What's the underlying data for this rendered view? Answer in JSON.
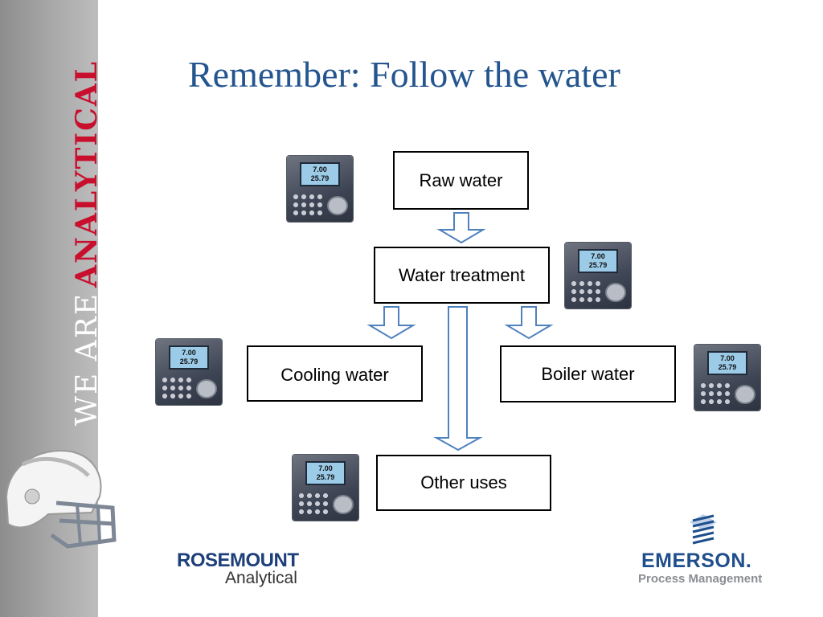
{
  "slide": {
    "title": "Remember: Follow the water"
  },
  "sidebar": {
    "brand_prefix": "WE ARE",
    "brand_word": "ANALYTICAL"
  },
  "flow": {
    "nodes": {
      "raw_water": "Raw water",
      "water_treatment": "Water treatment",
      "cooling_water": "Cooling water",
      "boiler_water": "Boiler water",
      "other_uses": "Other uses"
    },
    "edges": [
      {
        "from": "Raw water",
        "to": "Water treatment"
      },
      {
        "from": "Water treatment",
        "to": "Cooling water"
      },
      {
        "from": "Water treatment",
        "to": "Boiler water"
      },
      {
        "from": "Water treatment",
        "to": "Other uses"
      }
    ]
  },
  "analyzer_display": {
    "line1": "7.00",
    "line2": "25.79"
  },
  "logos": {
    "rosemount_name": "ROSEMOUNT",
    "rosemount_sub": "Analytical",
    "emerson_name": "EMERSON.",
    "emerson_sub": "Process Management"
  },
  "colors": {
    "title": "#24558f",
    "arrow_stroke": "#4f81bd",
    "brand_red": "#c8102e",
    "emerson_blue": "#1f4e8c"
  },
  "icons": {
    "analyzer": "analyzer-device-icon",
    "helmet": "football-helmet-icon",
    "emerson_mark": "emerson-logo-icon"
  }
}
